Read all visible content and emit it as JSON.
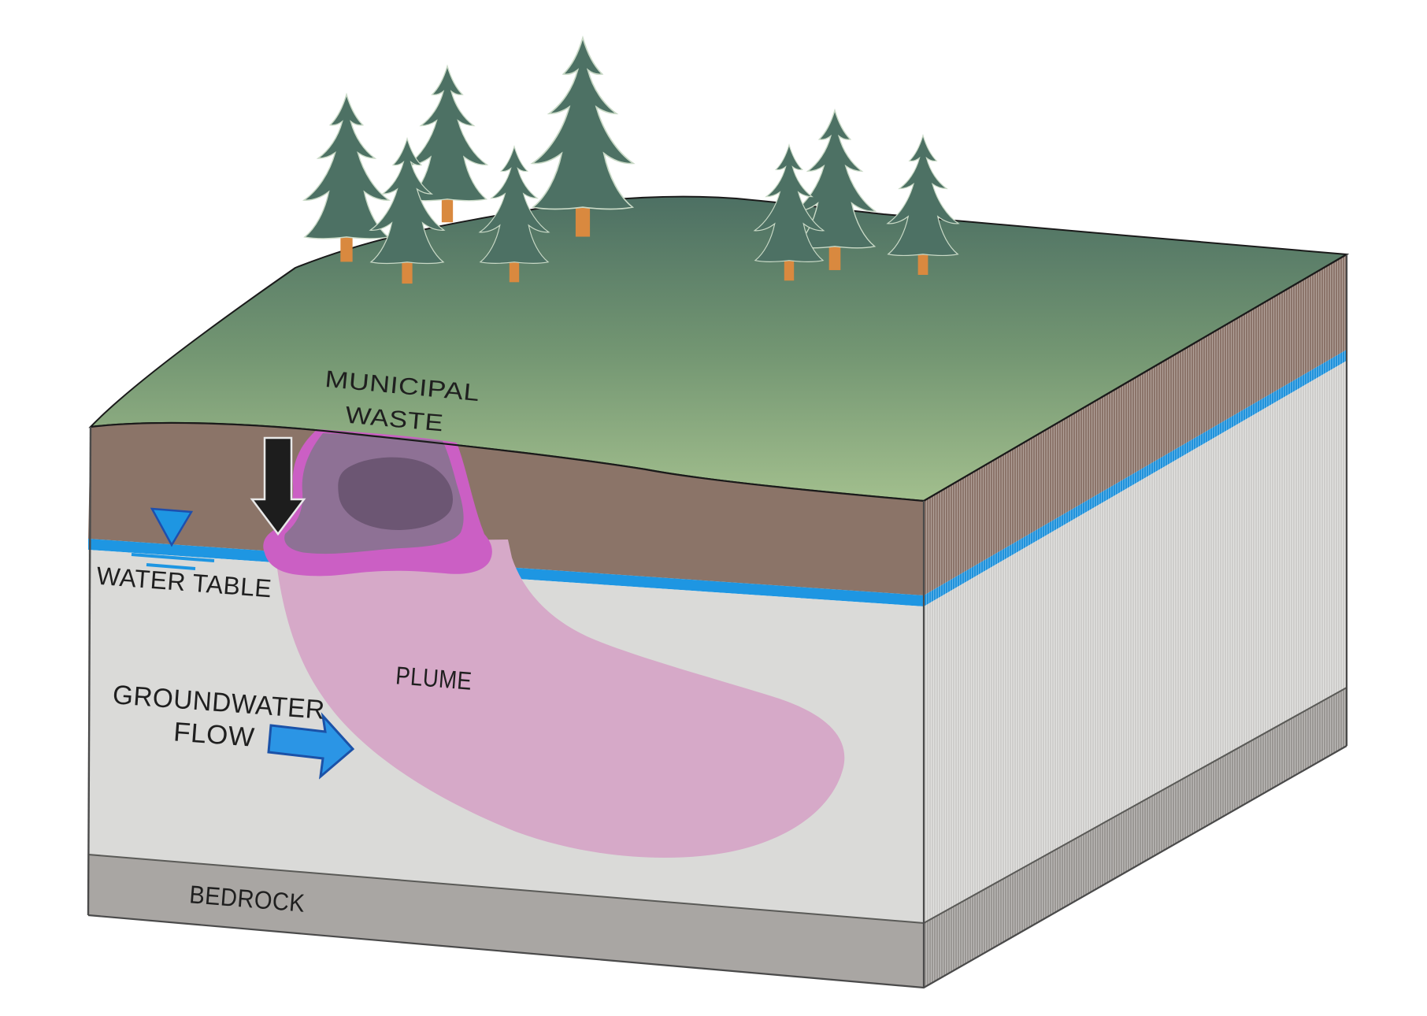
{
  "diagram": {
    "type": "groundwater-contamination-block-diagram",
    "labels": {
      "municipal_waste_line1": "MUNICIPAL",
      "municipal_waste_line2": "WASTE",
      "water_table": "WATER TABLE",
      "groundwater_flow_line1": "GROUNDWATER",
      "groundwater_flow_line2": "FLOW",
      "plume": "PLUME",
      "bedrock": "BEDROCK"
    },
    "icons": {
      "infiltration": "down-arrow-icon",
      "flow": "right-arrow-icon",
      "water_table_marker": "triangle-down-icon"
    },
    "colors": {
      "surface_green_dark": "#4a6d62",
      "surface_green_mid": "#739672",
      "surface_green_light": "#a8c491",
      "soil_brown_front": "#8b7468",
      "soil_brown_side": "#8f786d",
      "water_table_blue": "#1e96e2",
      "saturated_gray_front": "#dadad8",
      "saturated_gray_side": "#d6d5d3",
      "bedrock_gray_front": "#a9a6a3",
      "bedrock_gray_side": "#9f9c99",
      "plume_pink": "#d6a9c8",
      "waste_magenta": "#cb5fc4",
      "waste_purple": "#8e7195",
      "waste_core": "#6c5673",
      "tree_green": "#4d7164",
      "tree_outline": "#c9d9c6",
      "trunk_orange": "#d9893f",
      "arrow_black": "#1d1d1d",
      "arrow_blue_fill": "#2b95e5",
      "arrow_blue_stroke": "#1b52a8",
      "edge_line": "#1a1a1a"
    }
  }
}
